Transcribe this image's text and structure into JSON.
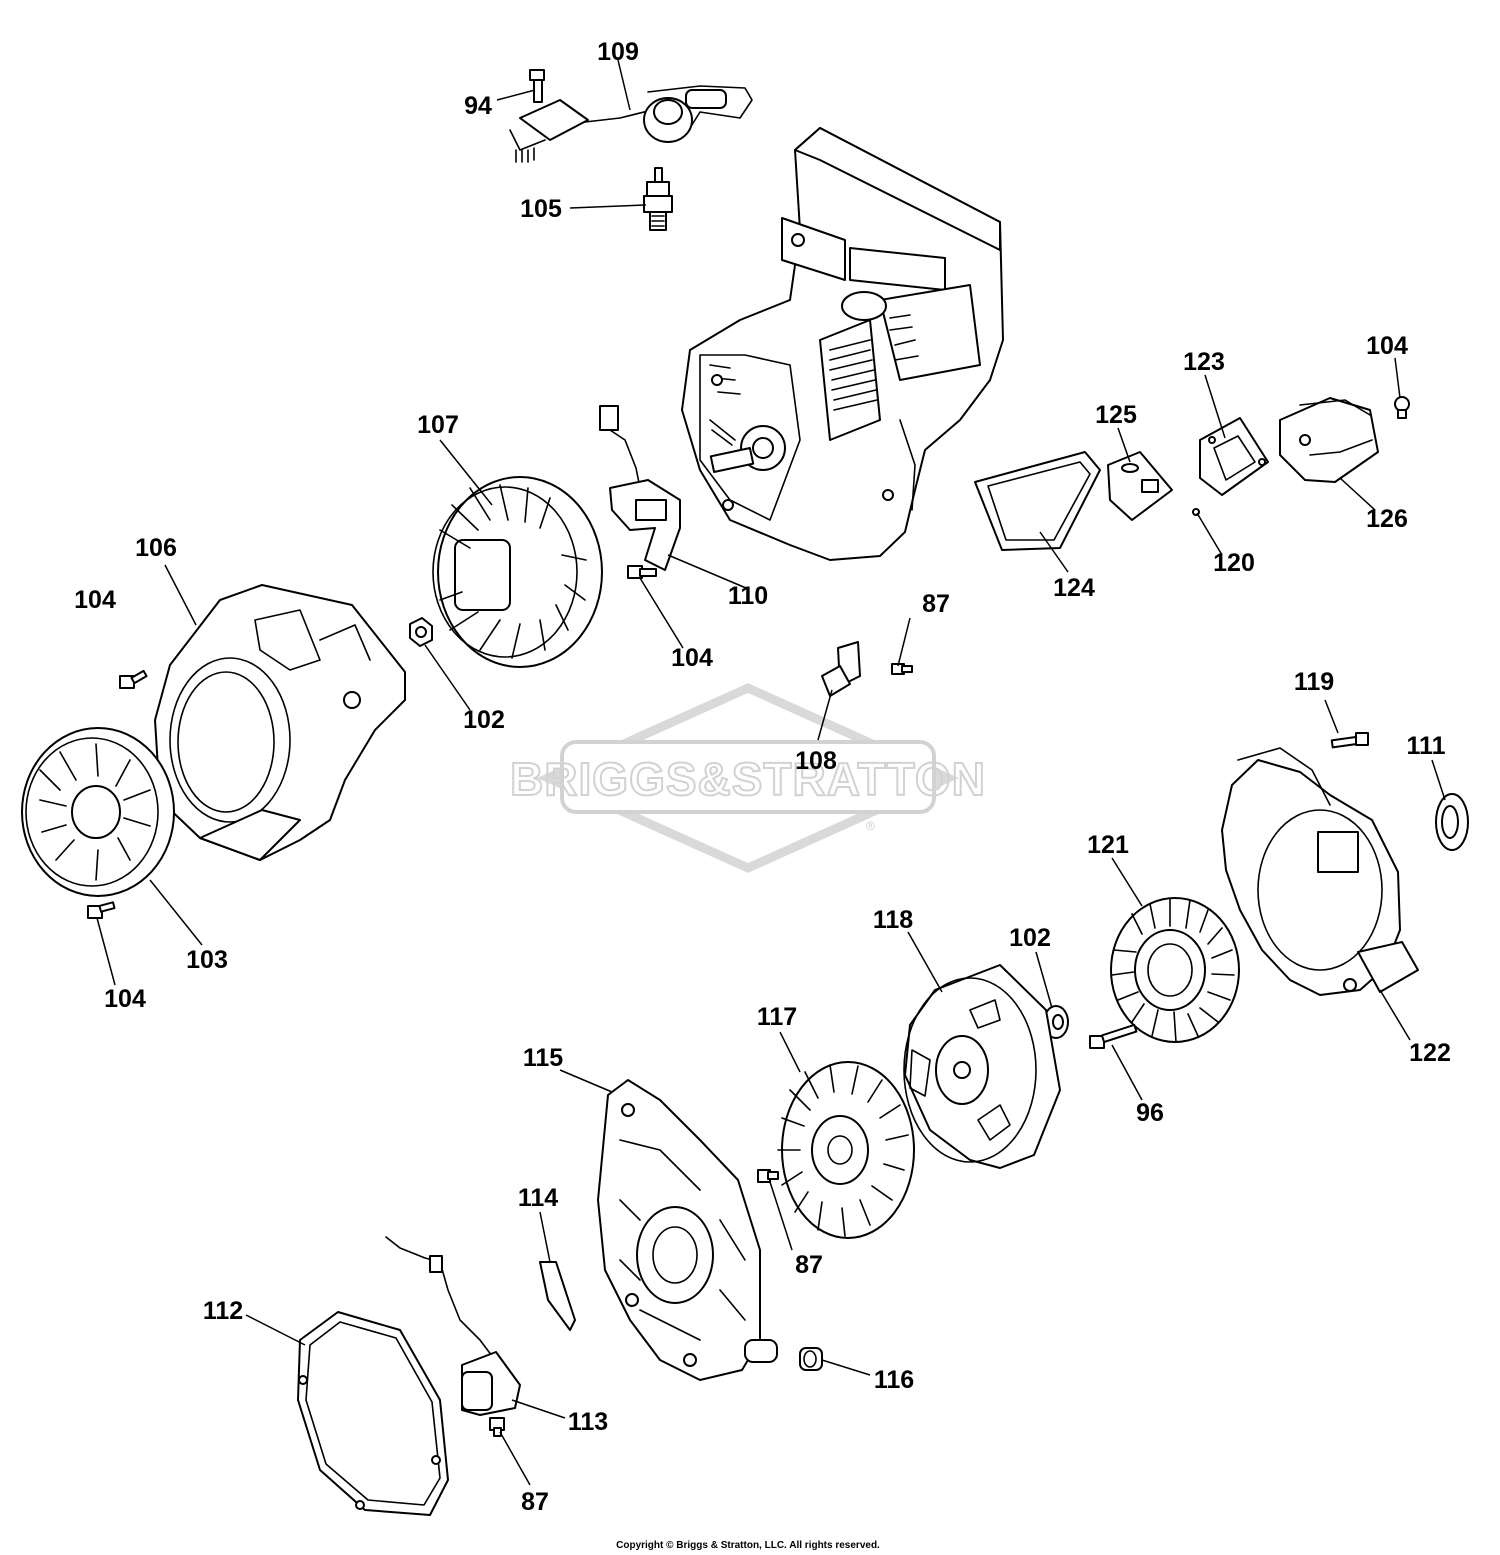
{
  "watermark": {
    "text": "BRIGGS&STRATTON",
    "mark": "®"
  },
  "copyright": "Copyright © Briggs & Stratton, LLC. All rights reserved.",
  "callouts": [
    "94",
    "109",
    "105",
    "104",
    "123",
    "125",
    "107",
    "120",
    "124",
    "126",
    "106",
    "104",
    "110",
    "104",
    "87",
    "102",
    "108",
    "119",
    "111",
    "121",
    "118",
    "102",
    "103",
    "104",
    "122",
    "117",
    "96",
    "115",
    "87",
    "114",
    "112",
    "116",
    "113",
    "87"
  ],
  "colors": {
    "line": "#000000",
    "watermark": "#d2d2d2",
    "background": "#ffffff"
  }
}
